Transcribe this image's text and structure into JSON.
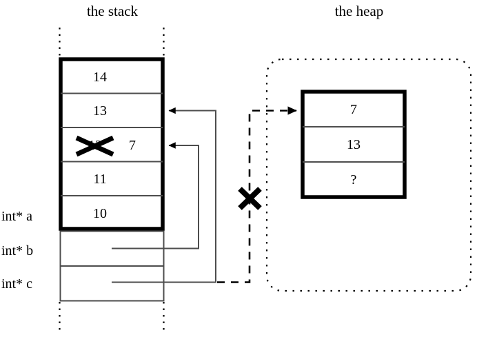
{
  "diagram": {
    "title_stack": "the stack",
    "title_heap": "the heap",
    "colors": {
      "ink": "#000000",
      "background": "#ffffff",
      "thin_line": "#4d4d4d"
    }
  },
  "stack": {
    "label": "the stack",
    "frame_cells": [
      {
        "id": "cell-14",
        "value": "14"
      },
      {
        "id": "cell-13",
        "value": "13"
      },
      {
        "id": "cell-12",
        "value": "12",
        "struck_out": true,
        "new_value": "7"
      },
      {
        "id": "cell-11",
        "value": "11"
      },
      {
        "id": "cell-10",
        "value": "10"
      }
    ],
    "variables": [
      {
        "name": "int* a",
        "points_to": "stack-cell-10"
      },
      {
        "name": "int* b",
        "points_to": "stack-cell-12"
      },
      {
        "name": "int* c",
        "points_to": "stack-cell-13"
      }
    ],
    "pointer_cells": [
      {
        "id": "ptr-cell-b",
        "value": ""
      },
      {
        "id": "ptr-cell-c",
        "value": ""
      }
    ]
  },
  "heap": {
    "label": "the heap",
    "cells": [
      {
        "id": "heap-cell-0",
        "value": "7"
      },
      {
        "id": "heap-cell-1",
        "value": "13"
      },
      {
        "id": "heap-cell-2",
        "value": "?"
      }
    ]
  },
  "annotations": {
    "struck_value_mark": "x-strikethrough-mark",
    "broken_pointer_mark": "x-cross-mark",
    "dangling_arrow": "dashed-arrow-to-heap"
  }
}
